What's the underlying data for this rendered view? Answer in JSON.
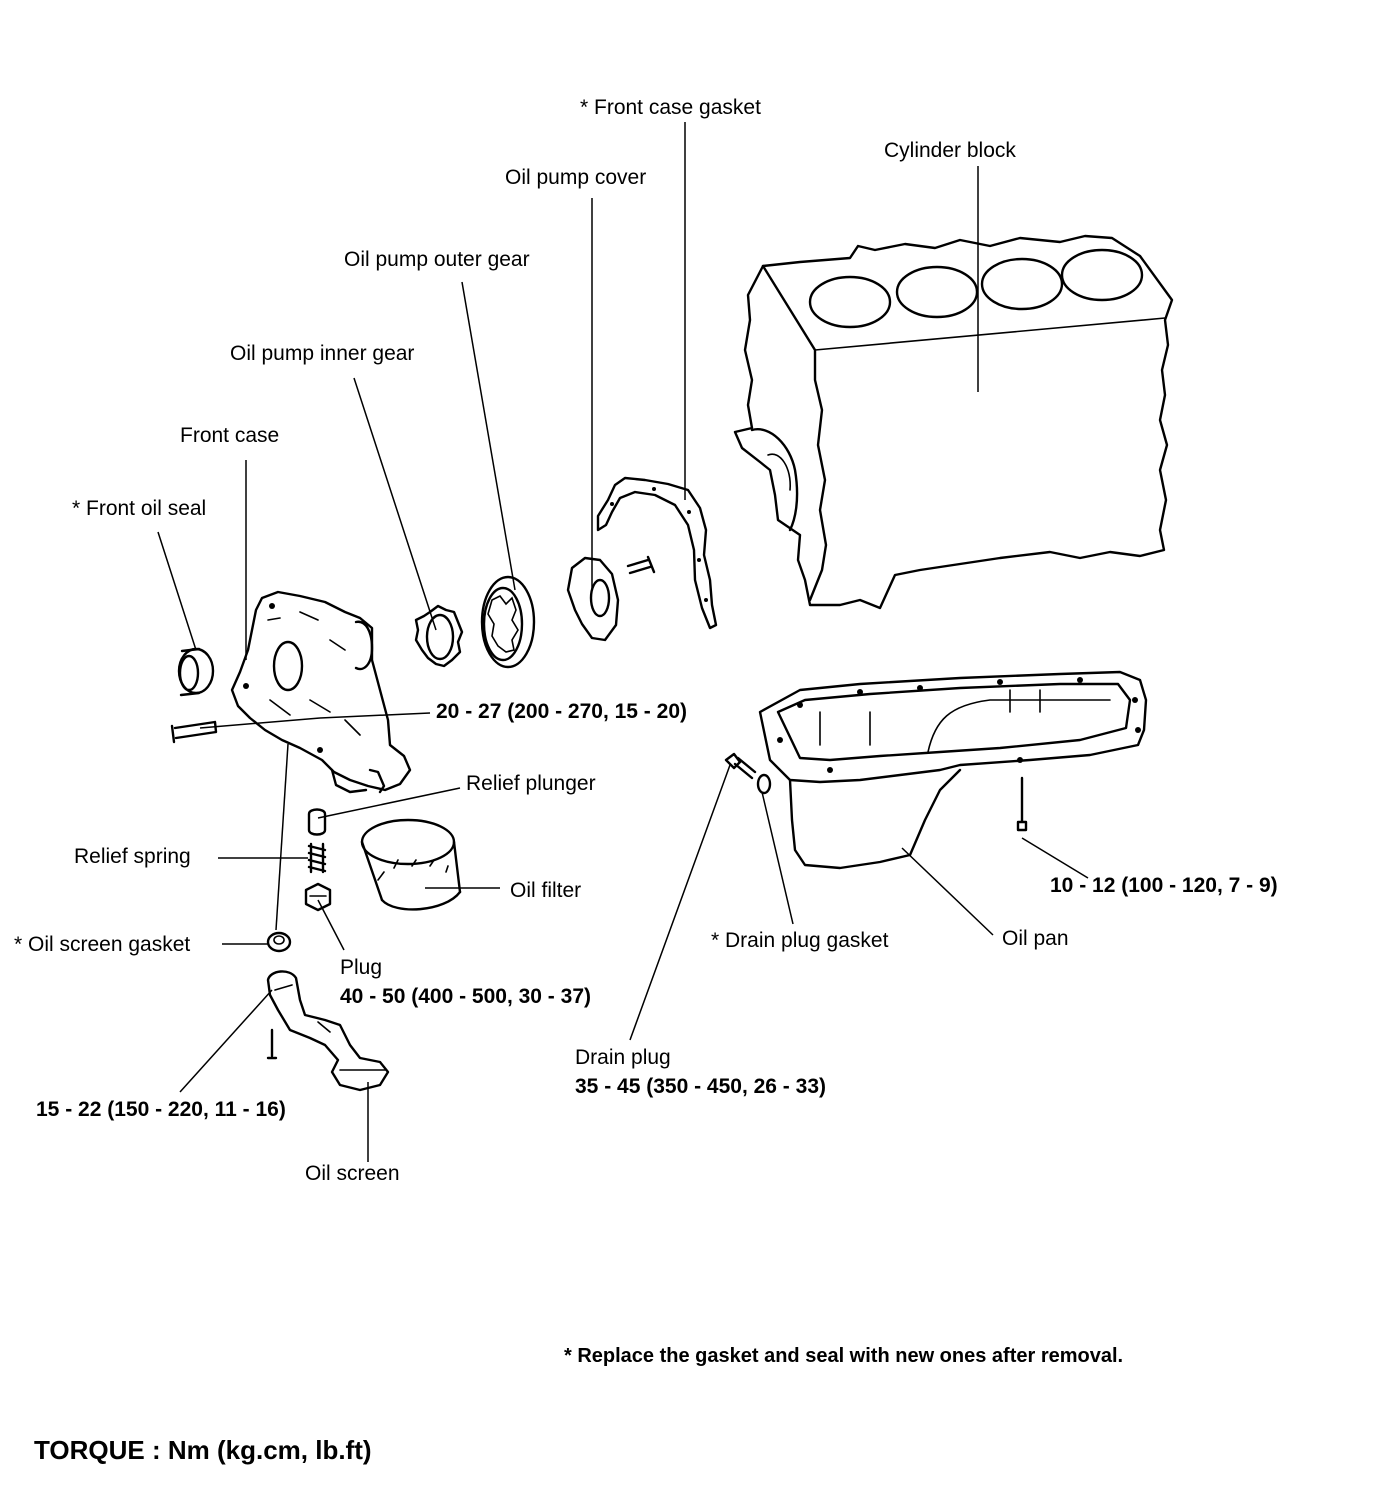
{
  "labels": {
    "front_case_gasket": "* Front case gasket",
    "cylinder_block": "Cylinder block",
    "oil_pump_cover": "Oil pump cover",
    "oil_pump_outer_gear": "Oil pump outer gear",
    "oil_pump_inner_gear": "Oil pump inner gear",
    "front_case": "Front case",
    "front_oil_seal": "* Front oil seal",
    "relief_plunger": "Relief plunger",
    "relief_spring": "Relief spring",
    "oil_filter": "Oil filter",
    "oil_screen_gasket": "* Oil screen gasket",
    "plug": "Plug",
    "drain_plug_gasket": "* Drain plug gasket",
    "oil_pan": "Oil pan",
    "drain_plug": "Drain plug",
    "oil_screen": "Oil screen"
  },
  "torques": {
    "front_case_bolt": "20 - 27 (200 - 270, 15 - 20)",
    "oil_pan_bolt": "10 - 12 (100 - 120, 7 - 9)",
    "plug": "40 - 50 (400 - 500, 30 - 37)",
    "oil_screen_bolt": "15 - 22 (150 - 220, 11 - 16)",
    "drain_plug": "35 - 45 (350 - 450, 26 - 33)"
  },
  "note": "* Replace the gasket and seal with new ones after removal.",
  "torque_unit": "TORQUE : Nm (kg.cm, lb.ft)"
}
